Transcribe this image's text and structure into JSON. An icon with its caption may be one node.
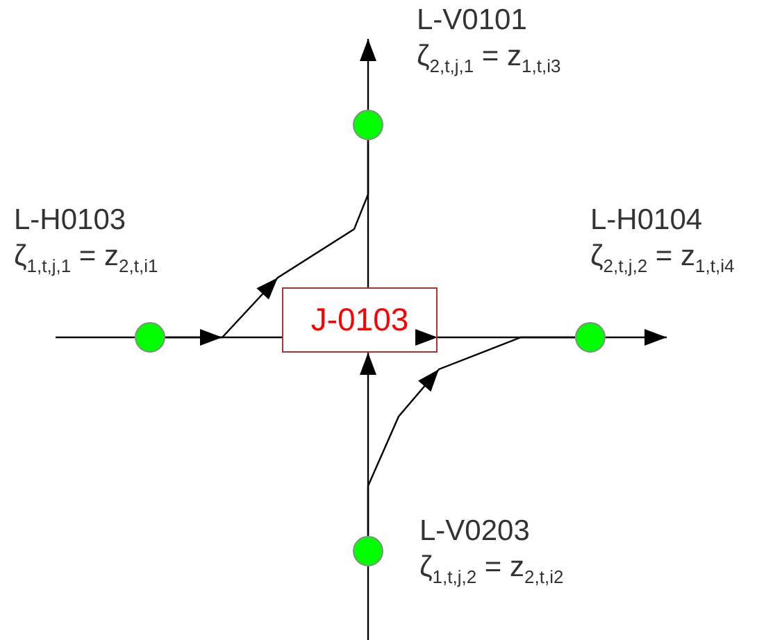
{
  "diagram": {
    "nodes": [
      {
        "text": [
          "J-0103"
        ]
      },
      {
        "text": [],
        "shape": "circle",
        "beside": [
          "L-V0101",
          "ζ$_{2,t,j,1}$ = z$_{1,t,i3}$"
        ]
      },
      {
        "text": [],
        "shape": "circle",
        "beside": [
          "L-H0103",
          "ζ$_{1,t,j,1}$ = z$_{2,t,i1}$"
        ]
      },
      {
        "text": [],
        "shape": "circle",
        "beside": [
          "L-H0104",
          "ζ$_{2,t,j,2}$ = z$_{1,t,i4}$"
        ]
      },
      {
        "text": [],
        "shape": "circle",
        "beside": [
          "L-V0203",
          "ζ$_{1,t,j,2}$ = z$_{2,t,i2}$"
        ]
      }
    ],
    "edges": [
      {
        "from": null,
        "to": 2,
        "arrow": "none"
      },
      {
        "from": 2,
        "to": 0,
        "arrow": "to"
      },
      {
        "from": 0,
        "to": 3,
        "arrow": "to"
      },
      {
        "from": 3,
        "to": null,
        "arrow": "to"
      },
      {
        "from": null,
        "to": 4,
        "arrow": "none"
      },
      {
        "from": 4,
        "to": 0,
        "arrow": "to"
      },
      {
        "from": 0,
        "to": 1,
        "arrow": "none"
      },
      {
        "from": 1,
        "to": null,
        "arrow": "to"
      },
      {
        "from": 2,
        "to": 1,
        "arrow": "to"
      },
      {
        "from": 4,
        "to": 3,
        "arrow": "to"
      }
    ]
  }
}
